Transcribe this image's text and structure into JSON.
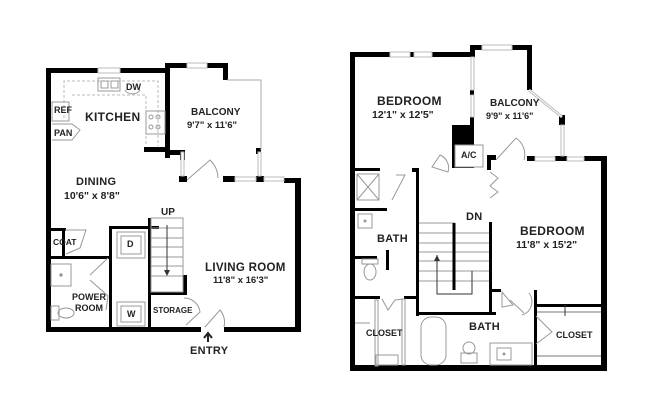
{
  "floor1": {
    "kitchen": {
      "label": "KITCHEN",
      "appliances": {
        "ref": "REF",
        "pan": "PAN",
        "dw": "DW"
      }
    },
    "balcony": {
      "label": "BALCONY",
      "dims": "9'7\" x 11'6\""
    },
    "dining": {
      "label": "DINING",
      "dims": "10'6\" x 8'8\""
    },
    "living_room": {
      "label": "LIVING ROOM",
      "dims": "11'8\" x 16'3\""
    },
    "coat": {
      "label": "COAT"
    },
    "power_room": {
      "label_line1": "POWER",
      "label_line2": "ROOM"
    },
    "dryer": {
      "label": "D"
    },
    "washer": {
      "label": "W"
    },
    "storage": {
      "label": "STORAGE"
    },
    "stairs": {
      "label": "UP"
    },
    "entry": {
      "label": "ENTRY",
      "icon": "arrow-up"
    }
  },
  "floor2": {
    "bedroom1": {
      "label": "BEDROOM",
      "dims": "12'1\" x 12'5\""
    },
    "balcony": {
      "label": "BALCONY",
      "dims": "9'9\" x 11'6\""
    },
    "ac": {
      "label": "A/C"
    },
    "bath1": {
      "label": "BATH"
    },
    "stairs": {
      "label": "DN"
    },
    "bedroom2": {
      "label": "BEDROOM",
      "dims": "11'8\" x 15'2\""
    },
    "closet1": {
      "label": "CLOSET"
    },
    "bath2": {
      "label": "BATH"
    },
    "closet2": {
      "label": "CLOSET"
    }
  },
  "colors": {
    "wall": "#000000",
    "window": "#c8c8c8",
    "fixture": "#9a9a9a",
    "text": "#222222"
  }
}
